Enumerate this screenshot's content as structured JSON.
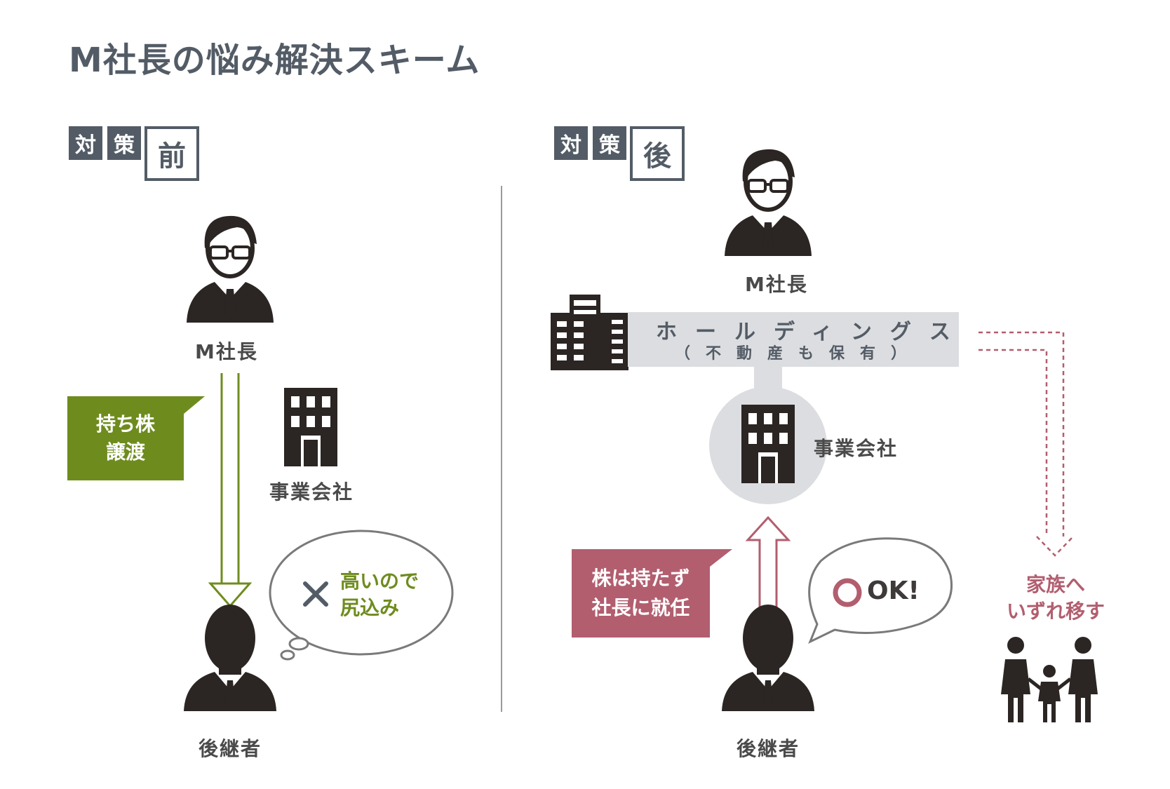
{
  "title": "M社長の悩み解決スキーム",
  "before": {
    "tag": [
      "対",
      "策",
      "前"
    ],
    "president_label": "M社長",
    "company_label": "事業会社",
    "callout": [
      "持ち株",
      "譲渡"
    ],
    "thought": [
      "高いので",
      "尻込み"
    ],
    "successor_label": "後継者"
  },
  "after": {
    "tag": [
      "対",
      "策",
      "後"
    ],
    "president_label": "M社長",
    "holdings_title": "ホールディングス",
    "holdings_sub": "（不動産も保有）",
    "company_label": "事業会社",
    "callout": [
      "株は持たず",
      "社長に就任"
    ],
    "speech": "OK!",
    "successor_label": "後継者",
    "family_text": [
      "家族へ",
      "いずれ移す"
    ]
  },
  "colors": {
    "slate": "#535c66",
    "green": "#6e8c1e",
    "rose": "#b25e6f",
    "figure": "#2b2523",
    "gray_panel": "#dcdde0"
  }
}
